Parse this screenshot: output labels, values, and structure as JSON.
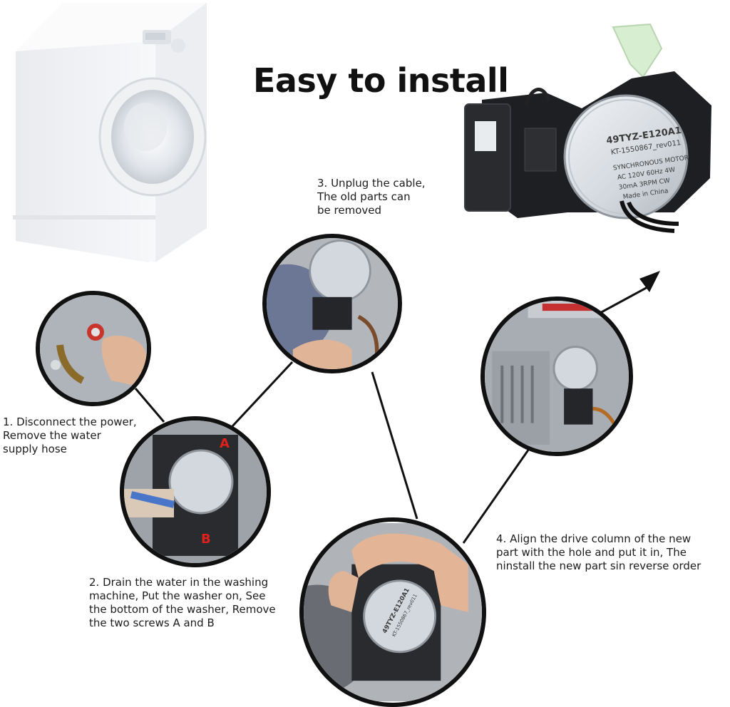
{
  "title": "Easy to install",
  "steps": [
    {
      "lines": [
        "1. Disconnect the power,",
        "Remove the water",
        "supply hose"
      ]
    },
    {
      "lines": [
        "2. Drain the water in the washing",
        "machine, Put the washer on, See",
        "the bottom of the washer, Remove",
        "the two screws A and B"
      ]
    },
    {
      "lines": [
        "3. Unplug the cable,",
        "The old parts can",
        "be removed"
      ]
    },
    {
      "lines": [
        "4. Align the drive column of the new",
        "part with the hole and put it in, The",
        "ninstall the new part sin reverse order"
      ]
    }
  ],
  "screw_labels": {
    "a": "A",
    "b": "B"
  },
  "motor_label": {
    "model": "49TYZ-E120A1",
    "code": "KT-1550867_rev011",
    "type": "SYNCHRONOUS MOTOR",
    "spec1": "AC  120V  60Hz  4W",
    "spec2": "30mA  3RPM  CW",
    "origin": "Made in China"
  },
  "small_label": {
    "model": "49TYZ-E120A1",
    "code": "KT-1550867_rev011"
  },
  "colors": {
    "line": "#111111",
    "motor_silver": "#d9dde2",
    "plastic_black": "#1e1f22",
    "nozzle": "#d8eed0",
    "red_label": "#e0201c"
  }
}
